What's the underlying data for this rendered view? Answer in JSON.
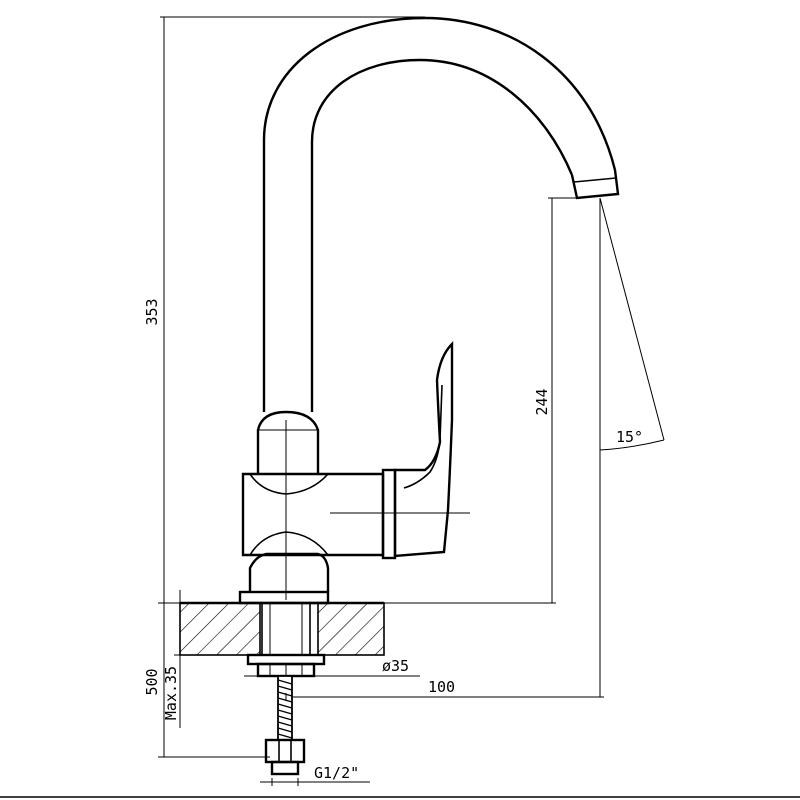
{
  "dimensions": {
    "overall_height": "353",
    "spout_height": "244",
    "spout_angle": "15°",
    "hose_length": "500",
    "max_deck_thickness": "Max.35",
    "hole_diameter": "ø35",
    "spout_reach": "100",
    "connection_thread": "G1/2\""
  }
}
